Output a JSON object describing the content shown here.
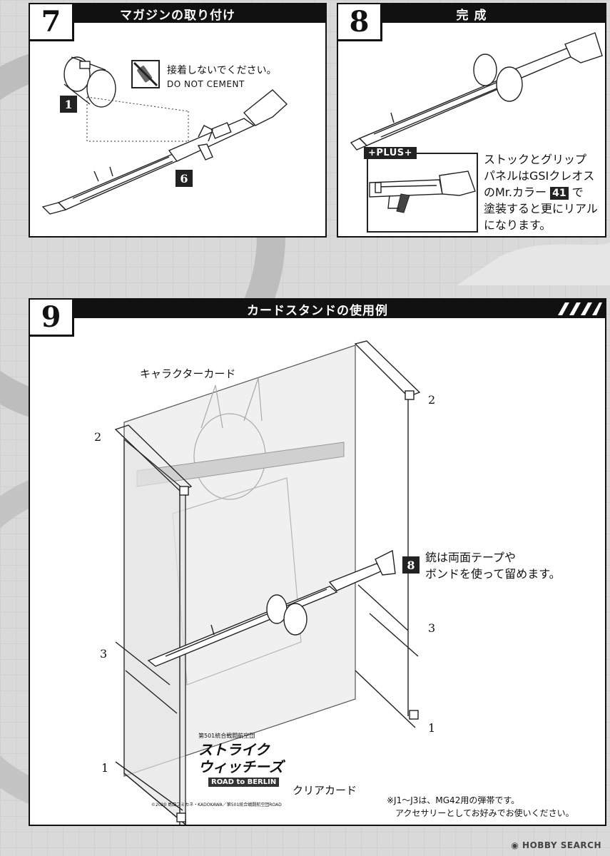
{
  "step7": {
    "num": "7",
    "title": "マガジンの取り付け",
    "note_ja": "接着しないでください。",
    "note_en": "DO NOT CEMENT",
    "part1": "1",
    "part6": "6"
  },
  "step8": {
    "num": "8",
    "title": "完 成",
    "plus": "+PLUS+",
    "tip_lines": [
      "ストックとグリップ",
      "パネルはGSIクレオス",
      "のMr.カラー",
      "塗装すると更にリアル",
      "になります。"
    ],
    "color_no": "41",
    "color_suffix": "で"
  },
  "step9": {
    "num": "9",
    "title": "カードスタンドの使用例",
    "char_card": "キャラクターカード",
    "clear_card": "クリアカード",
    "label_2a": "2",
    "label_2b": "2",
    "label_3a": "3",
    "label_3b": "3",
    "label_1a": "1",
    "label_1b": "1",
    "ref": "8",
    "gun_note_lines": [
      "銃は両面テープや",
      "ボンドを使って留めます。"
    ],
    "footnote_lines": [
      "※J1～J3は、MG42用の弾帯です。",
      "アクセサリーとしてお好みでお使いください。"
    ],
    "logo_small": "第501統合戦闘航空団",
    "logo_line1": "ストライク",
    "logo_line2": "ウィッチーズ",
    "logo_line3": "ROAD to BERLIN",
    "copyright": "©2020 島田フミカネ・KADOKAWA／第501統合戦闘航空団ROAD",
    "watermark": "HOBBY SEARCH"
  }
}
